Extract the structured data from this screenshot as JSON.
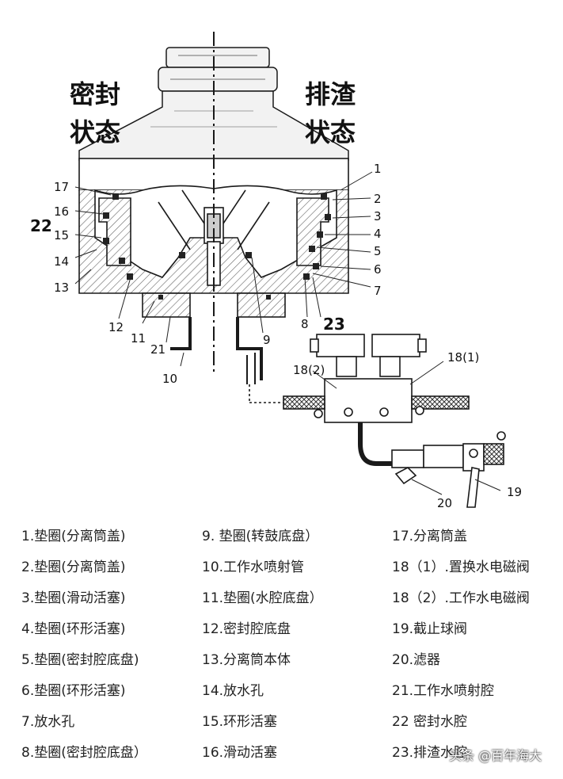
{
  "diagram": {
    "state_left_line1": "密封",
    "state_left_line2": "状态",
    "state_right_line1": "排渣",
    "state_right_line2": "状态",
    "callouts": {
      "n1": "1",
      "n2": "2",
      "n3": "3",
      "n4": "4",
      "n5": "5",
      "n6": "6",
      "n7": "7",
      "n8": "8",
      "n9": "9",
      "n10": "10",
      "n11": "11",
      "n12": "12",
      "n13": "13",
      "n14": "14",
      "n15": "15",
      "n16": "16",
      "n17": "17",
      "n18_1": "18(1)",
      "n18_2": "18(2)",
      "n19": "19",
      "n20": "20",
      "n21": "21",
      "n22": "22",
      "n23": "23"
    }
  },
  "legend": {
    "col1": [
      "1.垫圈(分离筒盖)",
      "2.垫圈(分离筒盖)",
      "3.垫圈(滑动活塞)",
      "4.垫圈(环形活塞)",
      "5.垫圈(密封腔底盘)",
      "6.垫圈(环形活塞)",
      "7.放水孔",
      "8.垫圈(密封腔底盘）"
    ],
    "col2": [
      "9.  垫圈(转鼓底盘）",
      "10.工作水喷射管",
      "11.垫圈(水腔底盘）",
      "12.密封腔底盘",
      "13.分离筒本体",
      "14.放水孔",
      "15.环形活塞",
      "16.滑动活塞"
    ],
    "col3": [
      "17.分离筒盖",
      "18（1）.置换水电磁阀",
      "18（2）.工作水电磁阀",
      "19.截止球阀",
      "20.滤器",
      "21.工作水喷射腔",
      "22 密封水腔",
      "23.排渣水腔"
    ]
  },
  "watermark": "头条 @百年海大",
  "colors": {
    "line": "#1a1a1a",
    "fill_dark": "#222222",
    "hatch": "#555555"
  }
}
